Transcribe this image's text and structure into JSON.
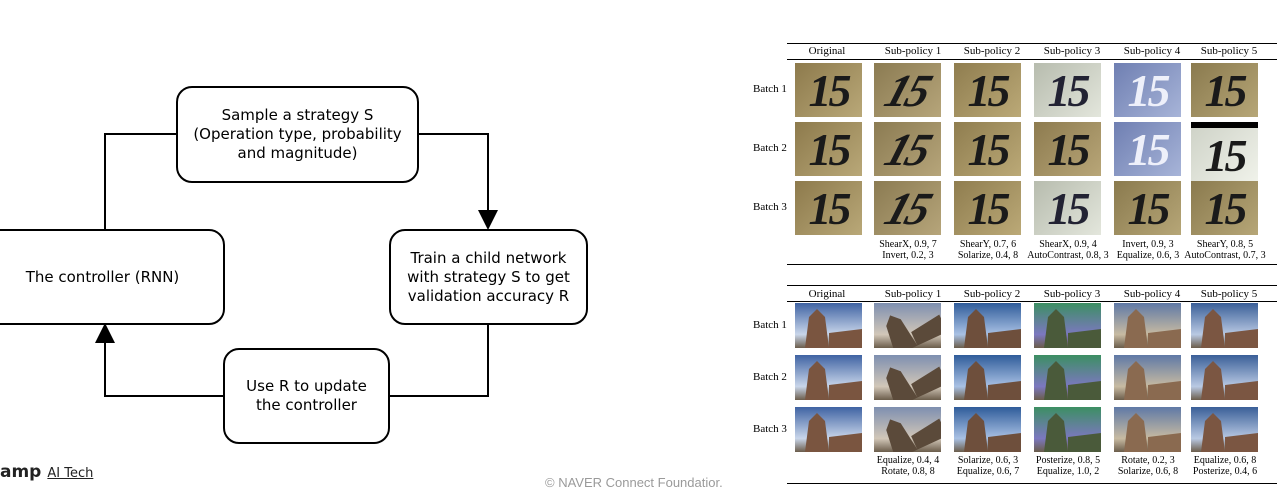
{
  "diagram": {
    "nodes": {
      "sample": "Sample a strategy S\n(Operation type, probability\nand magnitude)",
      "train": "Train a child network\nwith strategy S to get\nvalidation accuracy R",
      "update": "Use R to update\nthe controller",
      "controller": "The controller (RNN)"
    }
  },
  "footer": {
    "logo_text": "amp",
    "logo_sub": "AI Tech",
    "copyright": "©  NAVER Connect Foundatior."
  },
  "table_top": {
    "headers": [
      "Original",
      "Sub-policy 1",
      "Sub-policy 2",
      "Sub-policy 3",
      "Sub-policy 4",
      "Sub-policy 5"
    ],
    "rows": [
      "Batch 1",
      "Batch 2",
      "Batch 3"
    ],
    "digit": "15",
    "captions": [
      "ShearX, 0.9, 7\nInvert, 0.2, 3",
      "ShearY, 0.7, 6\nSolarize, 0.4, 8",
      "ShearX, 0.9, 4\nAutoContrast, 0.8, 3",
      "Invert, 0.9, 3\nEqualize, 0.6, 3",
      "ShearY, 0.8, 5\nAutoContrast, 0.7, 3"
    ]
  },
  "table_bottom": {
    "headers": [
      "Original",
      "Sub-policy 1",
      "Sub-policy 2",
      "Sub-policy 3",
      "Sub-policy 4",
      "Sub-policy 5"
    ],
    "rows": [
      "Batch 1",
      "Batch 2",
      "Batch 3"
    ],
    "captions": [
      "Equalize, 0.4, 4\nRotate, 0.8, 8",
      "Solarize, 0.6, 3\nEqualize, 0.6, 7",
      "Posterize, 0.8, 5\nEqualize, 1.0, 2",
      "Rotate, 0.2, 3\nSolarize, 0.6, 8",
      "Equalize, 0.6, 8\nPosterize, 0.4, 6"
    ]
  }
}
